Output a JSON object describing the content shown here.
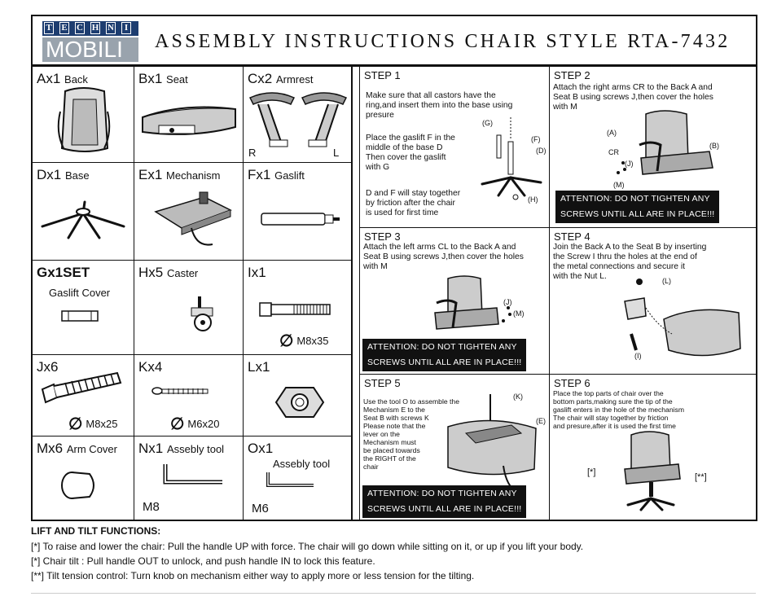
{
  "header": {
    "logo_top_letters": [
      "T",
      "E",
      "C",
      "H",
      "N",
      "I"
    ],
    "logo_bottom": "MOBILI",
    "title": "ASSEMBLY INSTRUCTIONS CHAIR STYLE RTA-7432"
  },
  "parts": [
    {
      "code": "Ax1",
      "name": "Back"
    },
    {
      "code": "Bx1",
      "name": "Seat"
    },
    {
      "code": "Cx2",
      "name": "Armrest",
      "left": "R",
      "right": "L"
    },
    {
      "code": "Dx1",
      "name": "Base"
    },
    {
      "code": "Ex1",
      "name": "Mechanism"
    },
    {
      "code": "Fx1",
      "name": "Gaslift"
    },
    {
      "code": "Gx1SET",
      "name": "Gaslift Cover"
    },
    {
      "code": "Hx5",
      "name": "Caster"
    },
    {
      "code": "Ix1",
      "name": "",
      "size": "M8x35"
    },
    {
      "code": "Jx6",
      "name": "",
      "size": "M8x25"
    },
    {
      "code": "Kx4",
      "name": "",
      "size": "M6x20"
    },
    {
      "code": "Lx1",
      "name": ""
    },
    {
      "code": "Mx6",
      "name": "Arm Cover"
    },
    {
      "code": "Nx1",
      "name": "Assebly tool",
      "size": "M8"
    },
    {
      "code": "Ox1",
      "name": "Assebly tool",
      "size": "M6"
    }
  ],
  "steps": {
    "step1": {
      "title": "STEP 1",
      "text_a": "Make sure that all castors have the\nring,and insert them into the base using\npresure",
      "text_b": "Place the gaslift F in the\nmiddle of the base D\nThen cover the gaslift\nwith G",
      "text_c": "D and F will stay together\nby friction after the chair\nis used for first time",
      "callouts": [
        "(G)",
        "(F)",
        "(D)",
        "(H)"
      ]
    },
    "step2": {
      "title": "STEP 2",
      "text": "Attach the right arms CR to the Back A and\nSeat B using screws J,then cover the holes\nwith M",
      "callouts": [
        "(A)",
        "CR",
        "(J)",
        "(B)",
        "(M)"
      ],
      "warning": "ATTENTION: DO NOT TIGHTEN ANY\nSCREWS UNTIL ALL ARE IN PLACE!!!"
    },
    "step3": {
      "title": "STEP 3",
      "text": "Attach the left arms CL to the Back A and\nSeat B using screws J,then cover the holes\nwith M",
      "callouts": [
        "(J)",
        "(M)"
      ],
      "warning": "ATTENTION: DO NOT TIGHTEN ANY\nSCREWS UNTIL ALL ARE IN PLACE!!!"
    },
    "step4": {
      "title": "STEP 4",
      "text": "Join the Back A to the Seat B by inserting\nthe Screw I thru the holes at the end of\nthe metal connections and secure it\nwith the Nut L.",
      "callouts": [
        "(L)",
        "(I)"
      ]
    },
    "step5": {
      "title": "STEP 5",
      "text": "Use the tool O to assemble the\nMechanism E to the\nSeat B with screws K\nPlease note that the\nlever on the\nMechanism must\nbe placed towards\nthe RIGHT of the\nchair",
      "callouts": [
        "(K)",
        "(E)"
      ],
      "warning": "ATTENTION: DO NOT TIGHTEN ANY\nSCREWS UNTIL ALL ARE IN PLACE!!!"
    },
    "step6": {
      "title": "STEP 6",
      "text": "Place the top parts of chair over the\nbottom parts,making sure the tip of the\ngaslift enters in the hole of the mechanism\nThe chair will stay together by friction\nand presure,after it is used the first time",
      "callouts": [
        "[*]",
        "[**]"
      ]
    }
  },
  "notes": {
    "heading": "LIFT AND TILT FUNCTIONS:",
    "lines": [
      "[*] To raise and lower the chair: Pull the handle UP with force. The chair will go down while sitting on it, or up if you lift your body.",
      "[*] Chair tilt : Pull handle OUT to unlock, and push handle IN to lock this feature.",
      "[**] Tilt tension control: Turn knob on mechanism either way to apply more or less tension for the tilting."
    ]
  }
}
